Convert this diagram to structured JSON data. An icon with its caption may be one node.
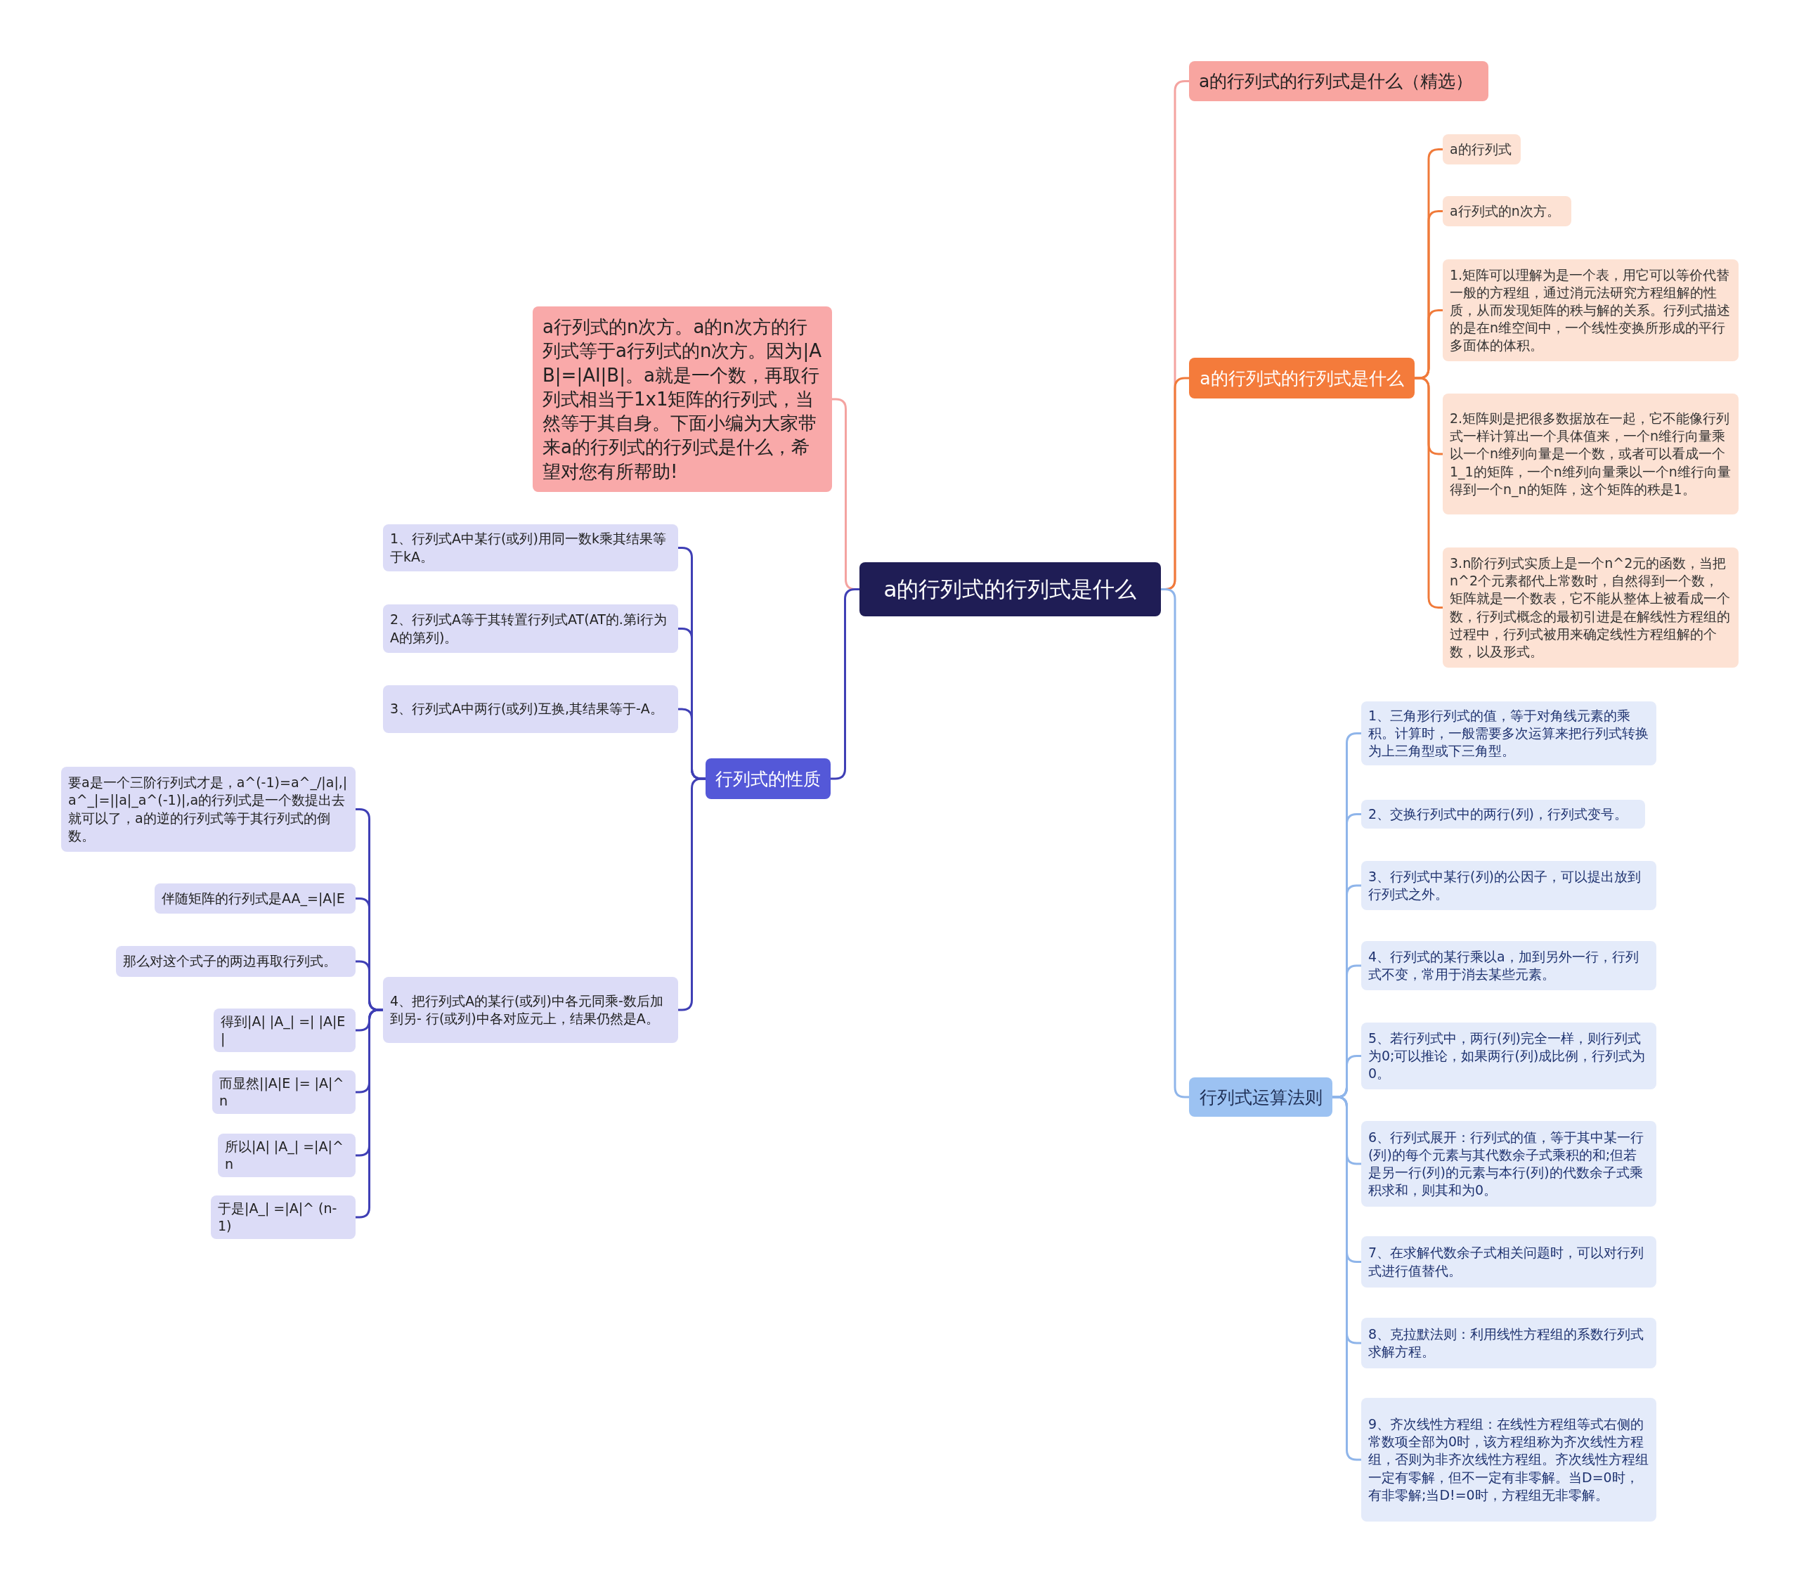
{
  "diagram": {
    "nodes": [
      {
        "text": [
          "a的行列式的行列式是什么"
        ]
      },
      {
        "text": [
          "a行列式的n次方。a的n次方的行列式等于a行列式的n次方。因为|AB|=|AI|B|。a就是一个数，再取行列式相当于1x1矩阵的行列式，当然等于其自身。下面小编为大家带来a的行列式的行列式是什么，希望对您有所帮助!"
        ]
      },
      {
        "text": [
          "行列式的性质"
        ]
      },
      {
        "text": [
          "1、行列式A中某行(或列)用同一数k乘其结果等于kA。"
        ]
      },
      {
        "text": [
          "2、行列式A等于其转置行列式AT(AT的.第i行为A的第列)。"
        ]
      },
      {
        "text": [
          "3、行列式A中两行(或列)互换,其结果等于-A。"
        ]
      },
      {
        "text": [
          "4、把行列式A的某行(或列)中各元同乘-数后加到另- 行(或列)中各对应元上，结果仍然是A。"
        ]
      },
      {
        "text": [
          "要a是一个三阶行列式才是，a^(-1)=a^_/|a|,|a^_|=||a|_a^(-1)|,a的行列式是一个数提出去就可以了，a的逆的行列式等于其行列式的倒数。"
        ]
      },
      {
        "text": [
          "伴随矩阵的行列式是AA_=|A|E"
        ]
      },
      {
        "text": [
          "那么对这个式子的两边再取行列式。"
        ]
      },
      {
        "text": [
          "得到|A| |A_| =| |A|E |"
        ]
      },
      {
        "text": [
          "而显然||A|E |= |A|^n"
        ]
      },
      {
        "text": [
          "所以|A| |A_| =|A|^n"
        ]
      },
      {
        "text": [
          "于是|A_| =|A|^ (n-1)"
        ]
      },
      {
        "text": [
          "a的行列式的行列式是什么（精选）"
        ]
      },
      {
        "text": [
          "a的行列式的行列式是什么"
        ]
      },
      {
        "text": [
          "a的行列式"
        ]
      },
      {
        "text": [
          "a行列式的n次方。"
        ]
      },
      {
        "text": [
          "1.矩阵可以理解为是一个表，用它可以等价代替一般的方程组，通过消元法研究方程组解的性质，从而发现矩阵的秩与解的关系。行列式描述的是在n维空间中，一个线性变换所形成的平行多面体的体积。"
        ]
      },
      {
        "text": [
          "2.矩阵则是把很多数据放在一起，它不能像行列式一样计算出一个具体值来，一个n维行向量乘以一个n维列向量是一个数，或者可以看成一个1_1的矩阵，一个n维列向量乘以一个n维行向量得到一个n_n的矩阵，这个矩阵的秩是1。"
        ]
      },
      {
        "text": [
          "3.n阶行列式实质上是一个n^2元的函数，当把n^2个元素都代上常数时，自然得到一个数，矩阵就是一个数表，它不能从整体上被看成一个数，行列式概念的最初引进是在解线性方程组的过程中，行列式被用来确定线性方程组解的个数，以及形式。"
        ]
      },
      {
        "text": [
          "行列式运算法则"
        ]
      },
      {
        "text": [
          "1、三角形行列式的值，等于对角线元素的乘积。计算时，一般需要多次运算来把行列式转换为上三角型或下三角型。"
        ]
      },
      {
        "text": [
          "2、交换行列式中的两行(列)，行列式变号。"
        ]
      },
      {
        "text": [
          "3、行列式中某行(列)的公因子，可以提出放到行列式之外。"
        ]
      },
      {
        "text": [
          "4、行列式的某行乘以a，加到另外一行，行列式不变，常用于消去某些元素。"
        ]
      },
      {
        "text": [
          "5、若行列式中，两行(列)完全一样，则行列式为0;可以推论，如果两行(列)成比例，行列式为0。"
        ]
      },
      {
        "text": [
          "6、行列式展开：行列式的值，等于其中某一行(列)的每个元素与其代数余子式乘积的和;但若是另一行(列)的元素与本行(列)的代数余子式乘积求和，则其和为0。"
        ]
      },
      {
        "text": [
          "7、在求解代数余子式相关问题时，可以对行列式进行值替代。"
        ]
      },
      {
        "text": [
          "8、克拉默法则：利用线性方程组的系数行列式求解方程。"
        ]
      },
      {
        "text": [
          "9、齐次线性方程组：在线性方程组等式右侧的常数项全部为0时，该方程组称为齐次线性方程组，否则为非齐次线性方程组。齐次线性方程组一定有零解，但不一定有非零解。当D=0时，有非零解;当D!=0时，方程组无非零解。"
        ]
      }
    ],
    "edges": [
      {
        "from": 0,
        "to": 1,
        "arrow": "none",
        "color": "#f4a3a0"
      },
      {
        "from": 0,
        "to": 2,
        "arrow": "none",
        "color": "#3f3fb5"
      },
      {
        "from": 2,
        "to": 3,
        "arrow": "none",
        "color": "#3f3fb5"
      },
      {
        "from": 2,
        "to": 4,
        "arrow": "none",
        "color": "#3f3fb5"
      },
      {
        "from": 2,
        "to": 5,
        "arrow": "none",
        "color": "#3f3fb5"
      },
      {
        "from": 2,
        "to": 6,
        "arrow": "none",
        "color": "#3f3fb5"
      },
      {
        "from": 6,
        "to": 7,
        "arrow": "none",
        "color": "#3f3fb5"
      },
      {
        "from": 6,
        "to": 8,
        "arrow": "none",
        "color": "#3f3fb5"
      },
      {
        "from": 6,
        "to": 9,
        "arrow": "none",
        "color": "#3f3fb5"
      },
      {
        "from": 6,
        "to": 10,
        "arrow": "none",
        "color": "#3f3fb5"
      },
      {
        "from": 6,
        "to": 11,
        "arrow": "none",
        "color": "#3f3fb5"
      },
      {
        "from": 6,
        "to": 12,
        "arrow": "none",
        "color": "#3f3fb5"
      },
      {
        "from": 6,
        "to": 13,
        "arrow": "none",
        "color": "#3f3fb5"
      },
      {
        "from": 0,
        "to": 14,
        "arrow": "none",
        "color": "#f4a3a0"
      },
      {
        "from": 0,
        "to": 15,
        "arrow": "none",
        "color": "#f07a3a"
      },
      {
        "from": 15,
        "to": 16,
        "arrow": "none",
        "color": "#f07a3a"
      },
      {
        "from": 15,
        "to": 17,
        "arrow": "none",
        "color": "#f07a3a"
      },
      {
        "from": 15,
        "to": 18,
        "arrow": "none",
        "color": "#f07a3a"
      },
      {
        "from": 15,
        "to": 19,
        "arrow": "none",
        "color": "#f07a3a"
      },
      {
        "from": 15,
        "to": 20,
        "arrow": "none",
        "color": "#f07a3a"
      },
      {
        "from": 0,
        "to": 21,
        "arrow": "none",
        "color": "#8fb5ea"
      },
      {
        "from": 21,
        "to": 22,
        "arrow": "none",
        "color": "#8fb5ea"
      },
      {
        "from": 21,
        "to": 23,
        "arrow": "none",
        "color": "#8fb5ea"
      },
      {
        "from": 21,
        "to": 24,
        "arrow": "none",
        "color": "#8fb5ea"
      },
      {
        "from": 21,
        "to": 25,
        "arrow": "none",
        "color": "#8fb5ea"
      },
      {
        "from": 21,
        "to": 26,
        "arrow": "none",
        "color": "#8fb5ea"
      },
      {
        "from": 21,
        "to": 27,
        "arrow": "none",
        "color": "#8fb5ea"
      },
      {
        "from": 21,
        "to": 28,
        "arrow": "none",
        "color": "#8fb5ea"
      },
      {
        "from": 21,
        "to": 29,
        "arrow": "none",
        "color": "#8fb5ea"
      },
      {
        "from": 21,
        "to": 30,
        "arrow": "none",
        "color": "#8fb5ea"
      }
    ]
  }
}
